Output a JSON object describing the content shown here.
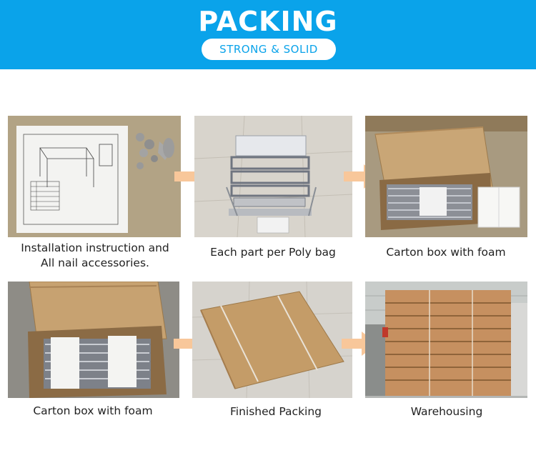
{
  "header": {
    "title": "PACKING",
    "subtitle": "STRONG & SOLID"
  },
  "steps": [
    {
      "caption_line1": "Installation instruction and",
      "caption_line2": "All nail accessories.",
      "image": "instruction-sheet-and-hardware-photo"
    },
    {
      "caption_line1": "Each part per Poly bag",
      "caption_line2": "",
      "image": "poly-bagged-parts-photo"
    },
    {
      "caption_line1": "Carton box with foam",
      "caption_line2": "",
      "image": "open-carton-with-foam-photo"
    },
    {
      "caption_line1": "Carton box with foam",
      "caption_line2": "",
      "image": "carton-with-foam-blocks-photo"
    },
    {
      "caption_line1": "Finished Packing",
      "caption_line2": "",
      "image": "sealed-carton-photo"
    },
    {
      "caption_line1": "Warehousing",
      "caption_line2": "",
      "image": "stacked-cartons-warehouse-photo"
    }
  ],
  "colors": {
    "banner": "#0aa3ea",
    "arrow": "#f8c79a",
    "carton": "#c79a66"
  },
  "icons": [
    "arrow-right-icon"
  ]
}
